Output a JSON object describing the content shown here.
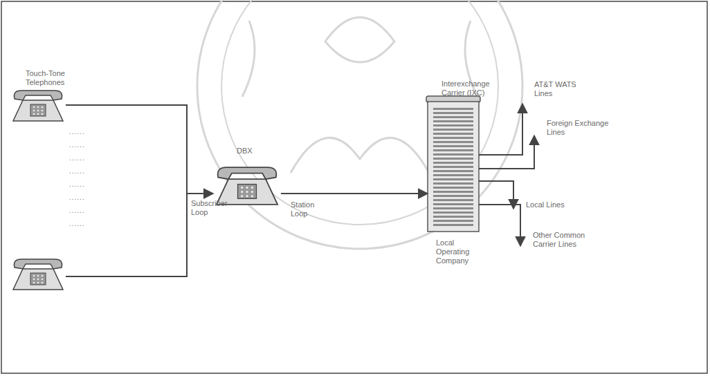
{
  "diagram": {
    "nodes": [
      {
        "text": [
          "Touch-Tone Telephones"
        ]
      },
      {
        "text": [
          "DBX"
        ]
      },
      {
        "text": [
          "Interexchange Carrier (IXC)",
          "Local Operating Company"
        ]
      }
    ],
    "edges": [
      {
        "from": 0,
        "to": 1,
        "label": "Subscriber Loop",
        "arrow": "to"
      },
      {
        "from": 1,
        "to": 2,
        "label": "Station Loop",
        "arrow": "to"
      }
    ],
    "labels": [
      "......",
      "......",
      "......",
      "......",
      "......",
      "......",
      "......",
      "......",
      "AT&T WATS Lines",
      "Foreign Exchange Lines",
      "Local Lines",
      "Other Common Carrier Lines"
    ]
  }
}
